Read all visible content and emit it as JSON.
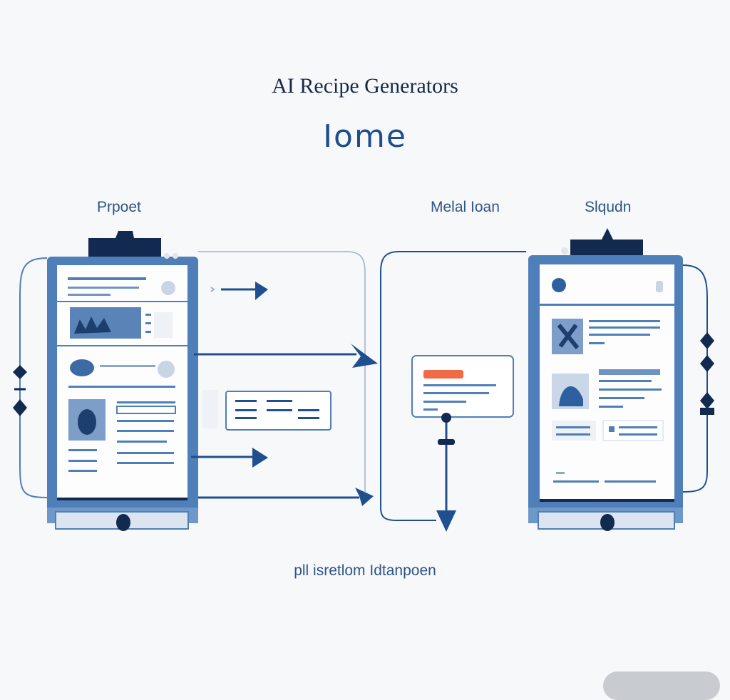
{
  "title": "AI Recipe Generators",
  "subtitle": "Iome",
  "labels": {
    "left": "Prpoet",
    "middle": "Melal Ioan",
    "right": "Slqudn"
  },
  "caption": "pll isretlom Idtanpoen",
  "colors": {
    "frame": "#4f7fb8",
    "dark": "#122a4f",
    "accent": "#1f4f8f",
    "highlight": "#ee6b45"
  }
}
